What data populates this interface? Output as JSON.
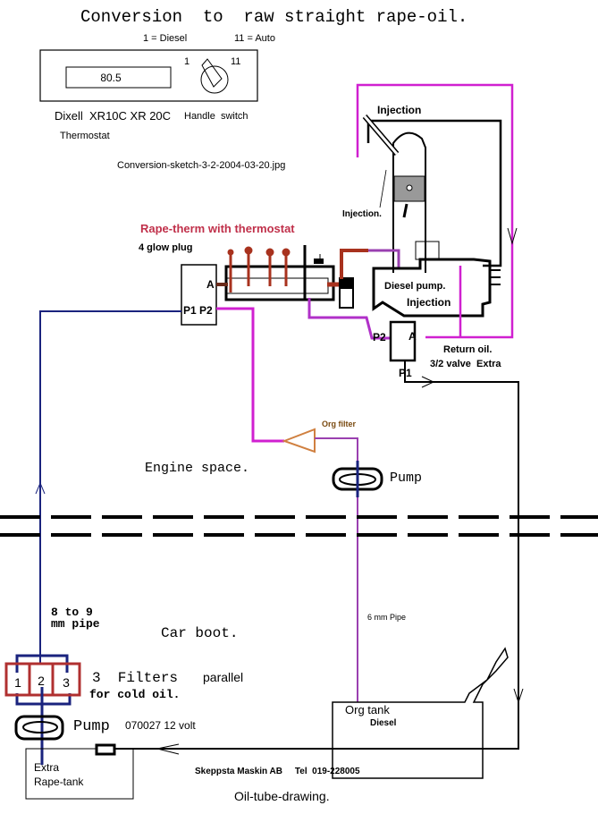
{
  "title": "Conversion  to  raw straight rape-oil.",
  "legend": {
    "diesel": "1 = Diesel",
    "auto": "11 = Auto"
  },
  "controller": {
    "display_value": "80.5",
    "knob_pos1": "1",
    "knob_pos11": "11",
    "model": "Dixell  XR10C XR 20C",
    "switch_label": "Handle  switch",
    "thermostat_label": "Thermostat"
  },
  "filename": "Conversion-sketch-3-2-2004-03-20.jpg",
  "engine": {
    "injection_top": "Injection",
    "injection_bottom": "Injection."
  },
  "heater": {
    "title": "Rape-therm with thermostat",
    "glow_plugs": "4 glow plug",
    "port_a": "A",
    "ports_p1p2": "P1 P2"
  },
  "diesel_pump": {
    "label": "Diesel pump.",
    "sub": "Injection"
  },
  "valve": {
    "p2": "P2",
    "a": "A",
    "p1": "P1",
    "return_oil": "Return oil.",
    "desc": "3/2 valve  Extra"
  },
  "org_filter": "Org filter",
  "engine_space": "Engine space.",
  "pump_engine": "Pump",
  "pipe_large": {
    "line1": "8 to 9",
    "line2": "mm pipe"
  },
  "car_boot": "Car boot.",
  "pipe_small": "6 mm Pipe",
  "filters": {
    "n1": "1",
    "n2": "2",
    "n3": "3",
    "label_a": "3  Filters",
    "label_b": "parallel",
    "label_c": "for cold oil."
  },
  "pump_boot": {
    "name": "Pump",
    "spec": "070027 12 volt"
  },
  "extra_tank": {
    "line1": "Extra",
    "line2": "Rape-tank"
  },
  "org_tank": {
    "line1": "Org tank",
    "line2": "Diesel"
  },
  "company": "Skeppsta Maskin AB     Tel  019-228005",
  "caption": "Oil-tube-drawing.",
  "colors": {
    "magenta": "#d020d0",
    "purple": "#9a40b0",
    "blue": "#1a237e",
    "red": "#a8321e",
    "heading_red": "#c0304a",
    "orange": "#d08040"
  }
}
